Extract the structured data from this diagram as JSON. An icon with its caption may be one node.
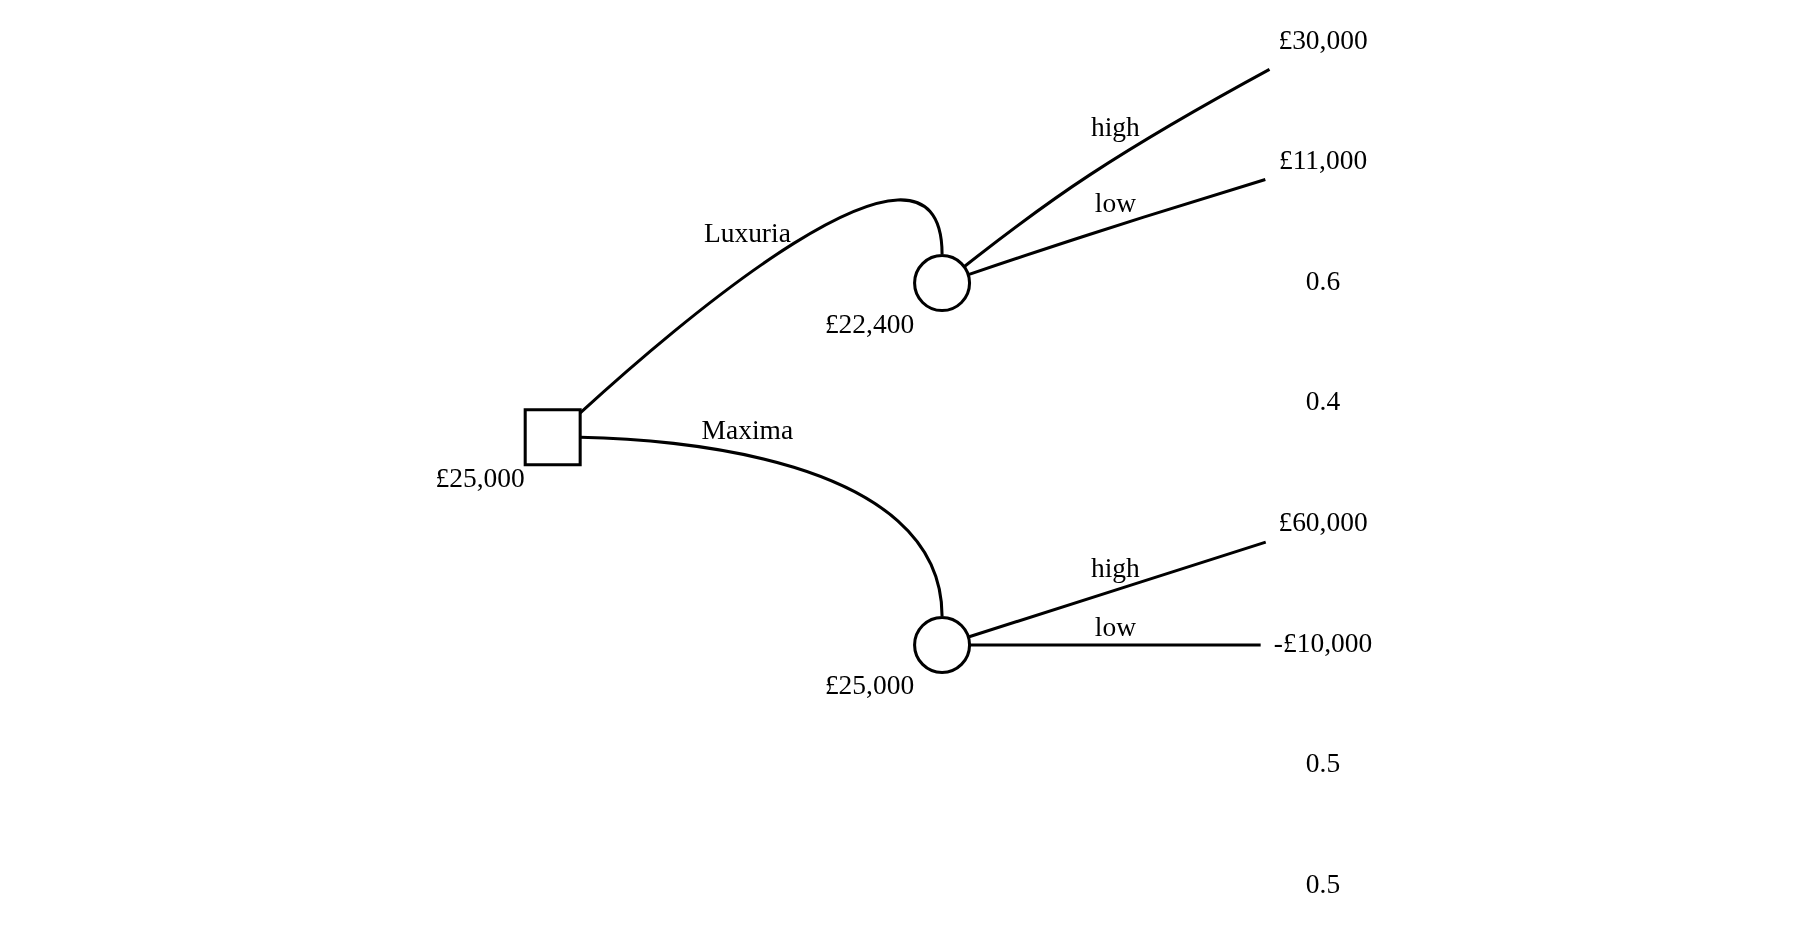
{
  "diagram": {
    "nodes": [
      {
        "text": [],
        "shape": "box",
        "beside": [
          "£25,000"
        ]
      },
      {
        "text": [],
        "shape": "circle",
        "beside": [
          "£22,400"
        ]
      },
      {
        "text": [],
        "shape": "circle",
        "beside": [
          "£25,000"
        ]
      },
      {
        "text": [
          "£30,000"
        ]
      },
      {
        "text": [
          "£11,000"
        ]
      },
      {
        "text": [
          "£60,000"
        ]
      },
      {
        "text": [
          "-£10,000"
        ]
      }
    ],
    "edges": [
      {
        "from": 0,
        "to": 1,
        "arrow": "none",
        "label": "Luxuria"
      },
      {
        "from": 0,
        "to": 2,
        "arrow": "none",
        "label": "Maxima"
      },
      {
        "from": 1,
        "to": 3,
        "arrow": "none",
        "label": "high"
      },
      {
        "from": 1,
        "to": 4,
        "arrow": "none",
        "label": "low"
      },
      {
        "from": 2,
        "to": 5,
        "arrow": "none",
        "label": "high"
      },
      {
        "from": 2,
        "to": 6,
        "arrow": "none",
        "label": "low"
      }
    ],
    "labels": [
      "0.6",
      "0.4",
      "0.5",
      "0.5"
    ]
  }
}
